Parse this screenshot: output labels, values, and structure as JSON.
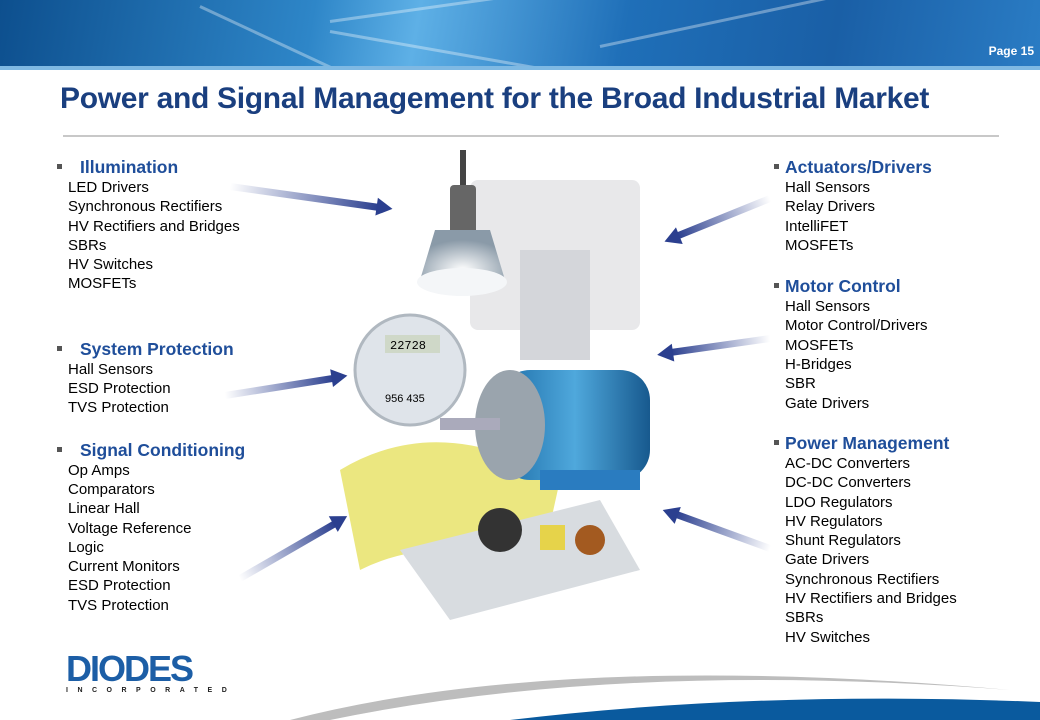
{
  "header": {
    "page": "Page 15",
    "title": "Power and Signal Management for the Broad Industrial Market"
  },
  "left": [
    {
      "heading": "Illumination",
      "items": [
        "LED Drivers",
        "Synchronous Rectifiers",
        "HV Rectifiers and Bridges",
        "SBRs",
        "HV Switches",
        "MOSFETs"
      ]
    },
    {
      "heading": "System Protection",
      "items": [
        "Hall Sensors",
        "ESD Protection",
        "TVS Protection"
      ]
    },
    {
      "heading": "Signal Conditioning",
      "items": [
        "Op Amps",
        "Comparators",
        "Linear Hall",
        "Voltage Reference",
        "Logic",
        "Current Monitors",
        "ESD Protection",
        "TVS Protection"
      ]
    }
  ],
  "right": [
    {
      "heading": "Actuators/Drivers",
      "items": [
        "Hall Sensors",
        "Relay Drivers",
        "IntelliFET",
        "MOSFETs"
      ]
    },
    {
      "heading": "Motor Control",
      "items": [
        "Hall Sensors",
        "Motor Control/Drivers",
        "MOSFETs",
        "H-Bridges",
        "SBR",
        "Gate Drivers"
      ]
    },
    {
      "heading": "Power Management",
      "items": [
        "AC-DC Converters",
        "DC-DC Converters",
        "LDO Regulators",
        "HV Regulators",
        "Shunt Regulators",
        "Gate Drivers",
        "Synchronous Rectifiers",
        "HV Rectifiers and Bridges",
        "SBRs",
        "HV Switches"
      ]
    }
  ],
  "meter": {
    "top": "22728",
    "bottom": "956 435"
  },
  "logo": {
    "name": "DIODES",
    "sub": "INCORPORATED"
  }
}
